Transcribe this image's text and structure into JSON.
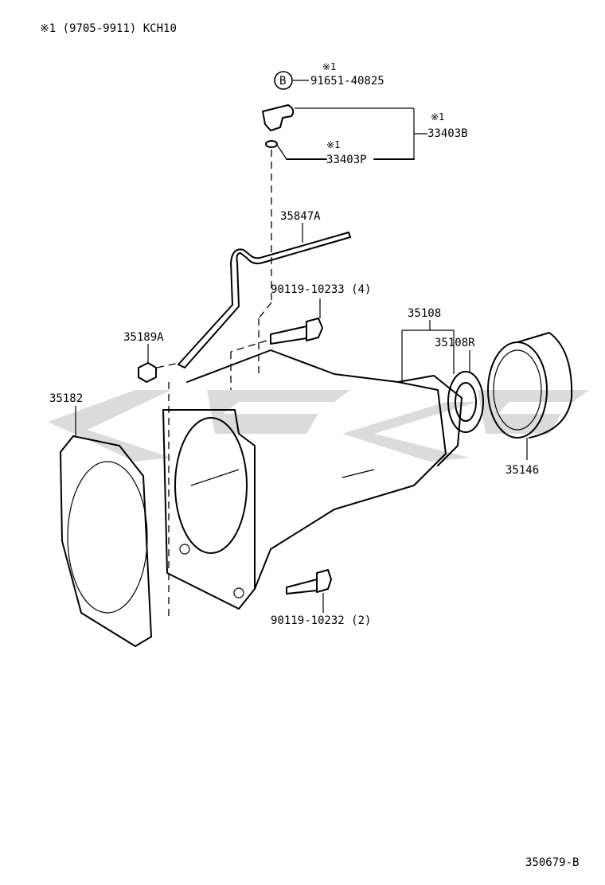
{
  "header": {
    "note": "※1  (9705-9911) KCH10"
  },
  "figure_id": "350679-B",
  "callouts": {
    "bolt_b": {
      "marker": "B",
      "note": "※1",
      "part_no": "91651-40825"
    },
    "connector": {
      "note": "※1",
      "part_no": "33403B"
    },
    "oring": {
      "note": "※1",
      "part_no": "33403P"
    },
    "breather_tube": {
      "part_no": "35847A"
    },
    "bolt_upper": {
      "part_no": "90119-10233 (4)"
    },
    "plug": {
      "part_no": "35189A"
    },
    "housing": {
      "part_no": "35108"
    },
    "oil_seal": {
      "part_no": "35108R"
    },
    "gasket": {
      "part_no": "35182"
    },
    "dust_cover": {
      "part_no": "35146"
    },
    "bolt_lower": {
      "part_no": "90119-10232 (2)"
    }
  }
}
